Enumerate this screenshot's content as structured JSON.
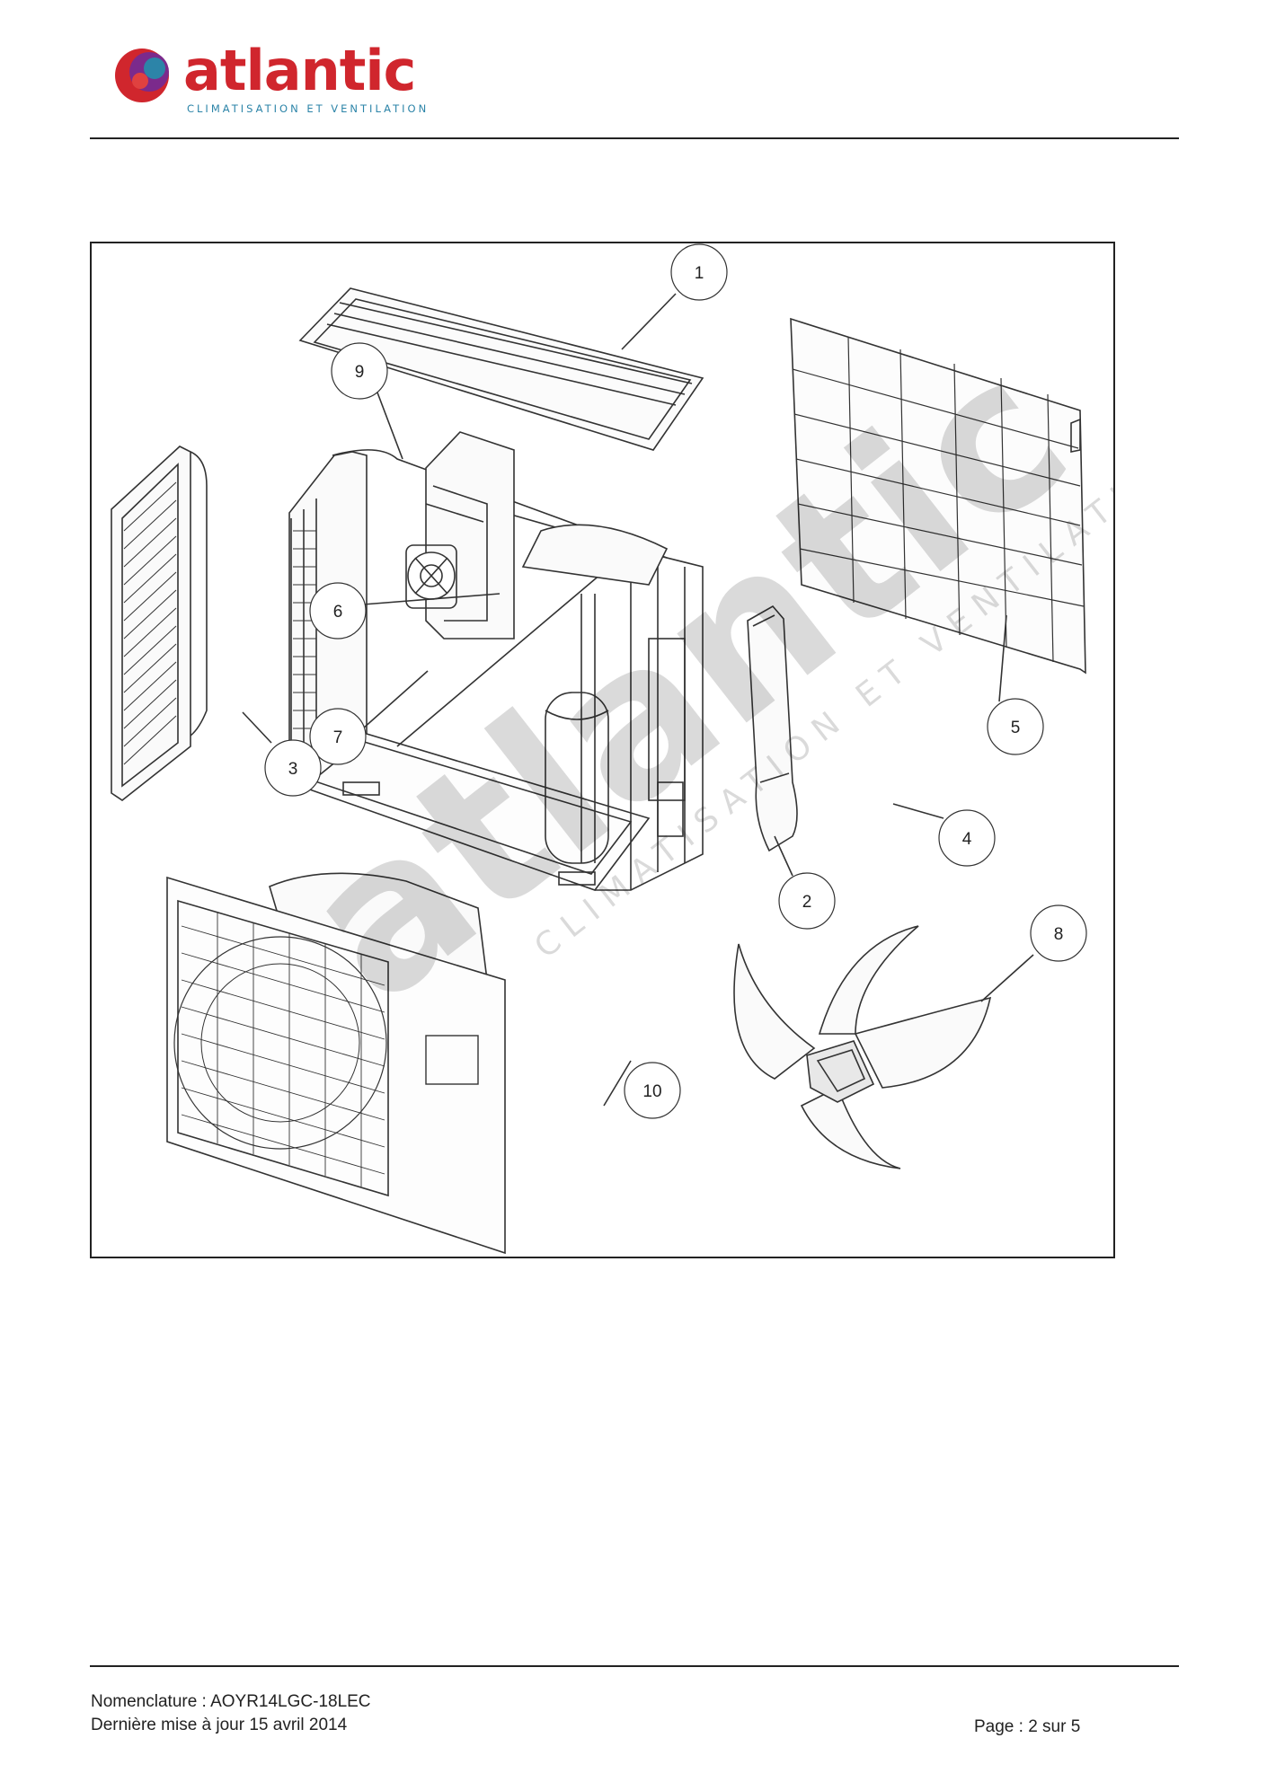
{
  "brand": {
    "name": "atlantic",
    "tagline": "CLIMATISATION ET VENTILATION",
    "colors": {
      "red": "#d0262d",
      "purple": "#7b2a8c",
      "blue": "#2c84a8"
    }
  },
  "diagram": {
    "callouts": [
      "1",
      "2",
      "3",
      "4",
      "5",
      "6",
      "7",
      "8",
      "9",
      "10"
    ],
    "watermark": {
      "word": "atlantic",
      "tagline": "CLIMATISATION ET VENTILATION"
    }
  },
  "footer": {
    "nomenclature": "Nomenclature : AOYR14LGC-18LEC",
    "updated": "Dernière mise à jour 15 avril 2014",
    "page": "Page : 2 sur 5"
  }
}
